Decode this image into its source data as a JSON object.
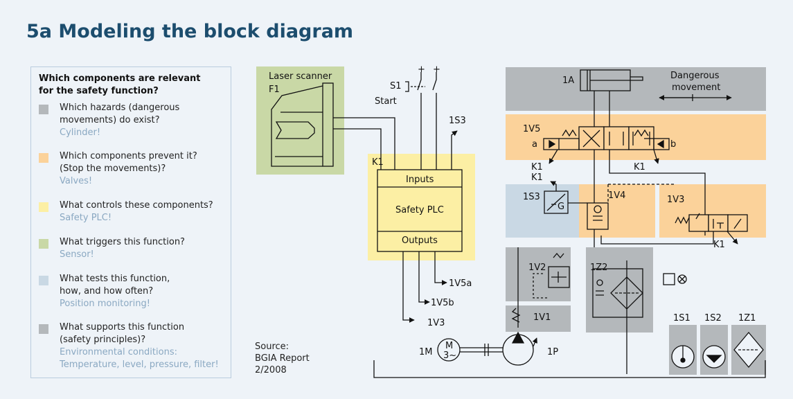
{
  "title": "5a Modeling the block diagram",
  "panel": {
    "heading_line1": "Which components are relevant",
    "heading_line2": "for the safety function?",
    "questions": [
      {
        "color": "#b4b8bb",
        "line1": "Which hazards (dangerous",
        "line2": "movements) do exist?",
        "answer": "Cylinder!"
      },
      {
        "color": "#fbd29a",
        "line1": "Which components prevent it?",
        "line2": "(Stop the movements)?",
        "answer": "Valves!"
      },
      {
        "color": "#fcefa4",
        "line1": "What controls these components?",
        "line2": "",
        "answer": "Safety PLC!"
      },
      {
        "color": "#c9d8a6",
        "line1": "What triggers this function?",
        "line2": "",
        "answer": "Sensor!"
      },
      {
        "color": "#c9d8e4",
        "line1": "What tests this function,",
        "line2": "how, and how often?",
        "answer": "Position monitoring!"
      },
      {
        "color": "#b4b8bb",
        "line1": "What supports this function",
        "line2": "(safety principles)?",
        "answer": "Environmental conditions:",
        "answer2": "Temperature, level, pressure, filter!"
      }
    ]
  },
  "source": {
    "line1": "Source:",
    "line2": "BGIA Report",
    "line3": "2/2008"
  },
  "diagram": {
    "laser_scanner": "Laser scanner",
    "f1": "F1",
    "s1": "S1",
    "start": "Start",
    "plus": "+",
    "k1": "K1",
    "inputs": "Inputs",
    "safety_plc": "Safety PLC",
    "outputs": "Outputs",
    "s13": "1S3",
    "v5a": "1V5a",
    "v5b": "1V5b",
    "v3out": "1V3",
    "a1": "1A",
    "dangerous1": "Dangerous",
    "dangerous2": "movement",
    "v5": "1V5",
    "a": "a",
    "b": "b",
    "g": "G",
    "v4": "1V4",
    "v3": "1V3",
    "v2": "1V2",
    "z2": "1Z2",
    "v1": "1V1",
    "m1": "1M",
    "m": "M",
    "m3": "3~",
    "p1": "1P",
    "s1b": "1S1",
    "s2b": "1S2",
    "z1": "1Z1"
  }
}
